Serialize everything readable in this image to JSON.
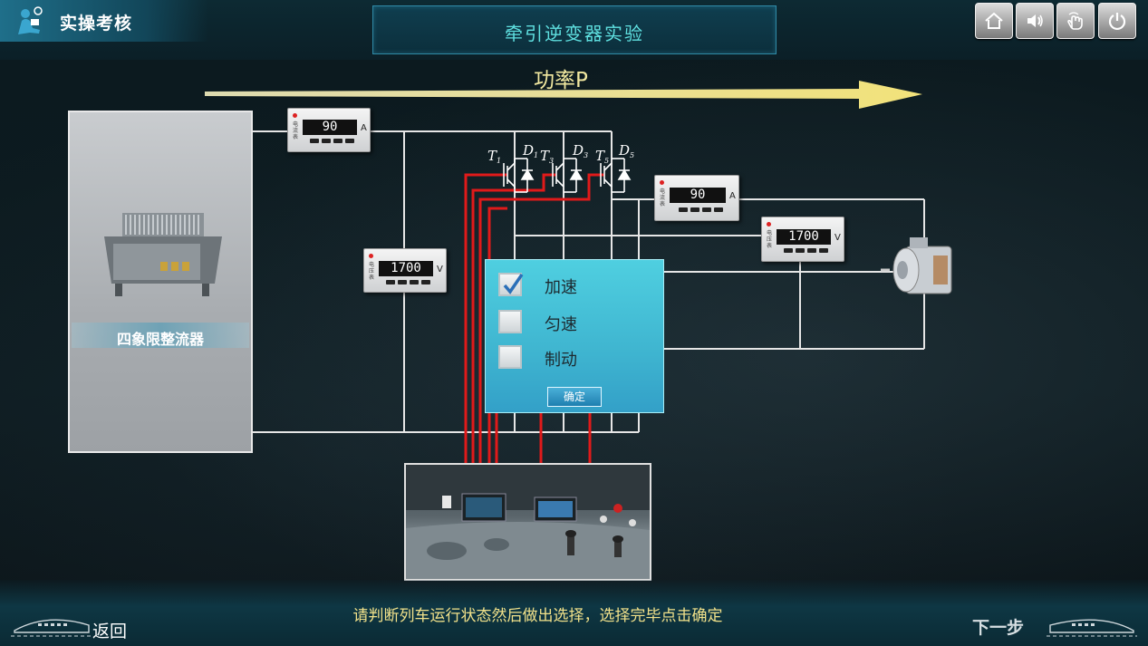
{
  "header": {
    "app_title": "实操考核",
    "page_title": "牵引逆变器实验",
    "buttons": [
      {
        "icon": "home-icon"
      },
      {
        "icon": "speaker-icon"
      },
      {
        "icon": "hand-icon"
      },
      {
        "icon": "power-icon"
      }
    ]
  },
  "diagram": {
    "power_label": "功率P",
    "rectifier_label": "四象限整流器",
    "meters": {
      "input_current": {
        "value": "90",
        "unit": "A"
      },
      "dc_voltage": {
        "value": "1700",
        "unit": "V"
      },
      "output_current": {
        "value": "90",
        "unit": "A"
      },
      "output_voltage": {
        "value": "1700",
        "unit": "V"
      }
    },
    "switch_labels": [
      {
        "t": "T",
        "sub": "1"
      },
      {
        "t": "D",
        "sub": "1"
      },
      {
        "t": "T",
        "sub": "3"
      },
      {
        "t": "D",
        "sub": "3"
      },
      {
        "t": "T",
        "sub": "5"
      },
      {
        "t": "D",
        "sub": "5"
      }
    ]
  },
  "dialog": {
    "options": [
      {
        "label": "加速",
        "checked": true
      },
      {
        "label": "匀速",
        "checked": false
      },
      {
        "label": "制动",
        "checked": false
      }
    ],
    "confirm_label": "确定"
  },
  "footer": {
    "instruction": "请判断列车运行状态然后做出选择，选择完毕点击确定",
    "back_label": "返回",
    "next_label": "下一步"
  },
  "colors": {
    "accent_cyan": "#5fe0e0",
    "arrow_yellow": "#f2e9a0",
    "wire_red": "#e01a1a",
    "wire_white": "#e8e8e8"
  }
}
